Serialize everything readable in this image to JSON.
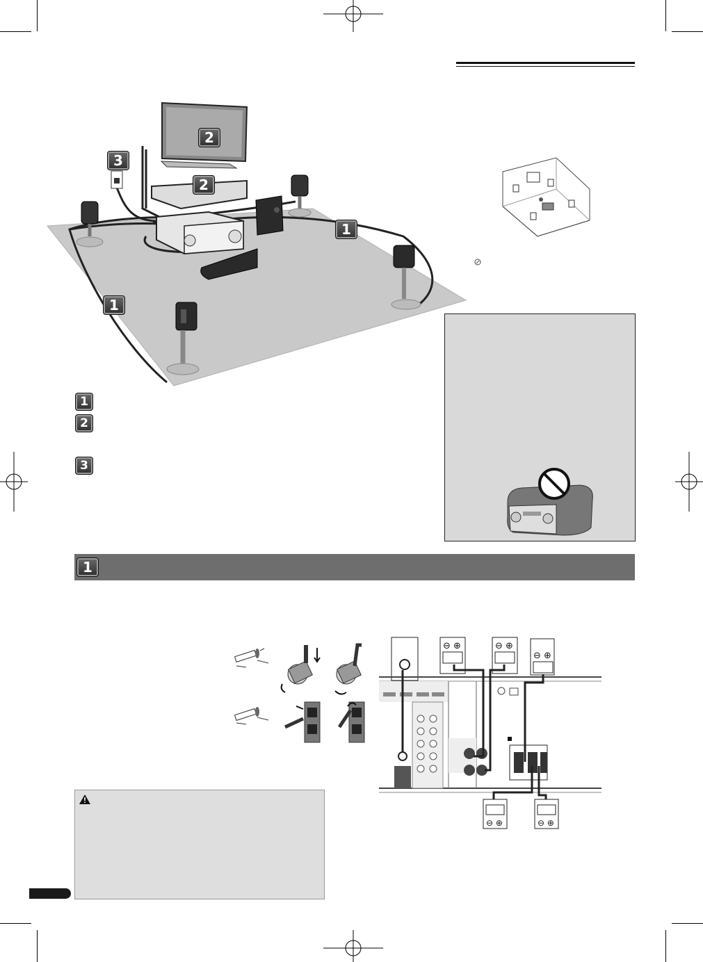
{
  "badges": {
    "speakers": "1",
    "tv": "2",
    "player": "2",
    "power": "3"
  },
  "legend": [
    {
      "num": "1"
    },
    {
      "num": "2"
    },
    {
      "num": "3"
    }
  ],
  "section": {
    "number": "1"
  },
  "icons": {
    "caution": "warning-triangle-icon",
    "prohibited": "no-symbol-icon",
    "small_note": "note-icon"
  }
}
